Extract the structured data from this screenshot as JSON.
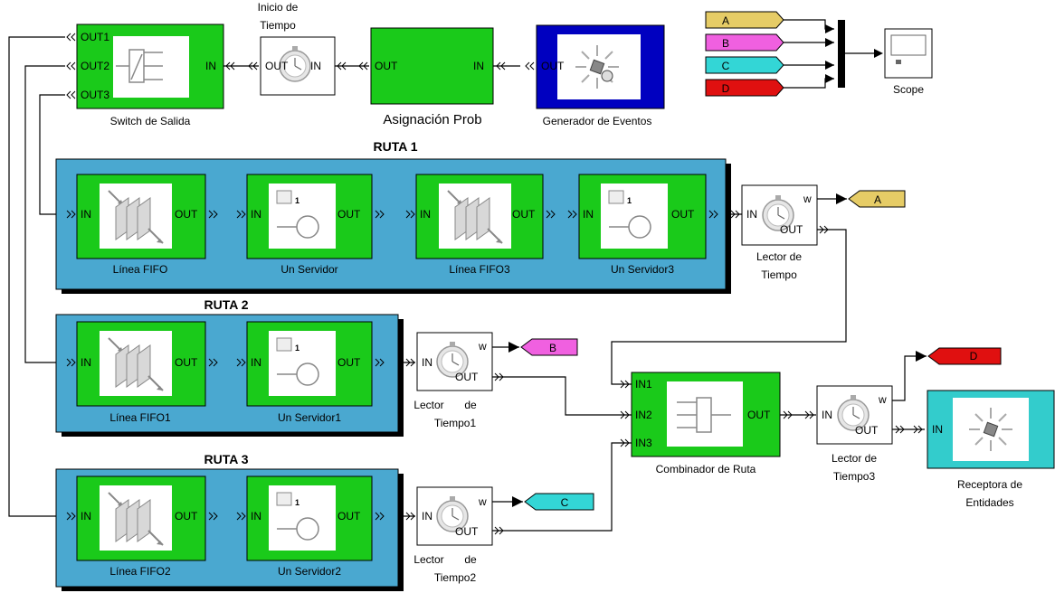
{
  "routes": {
    "r1": "RUTA 1",
    "r2": "RUTA 2",
    "r3": "RUTA 3"
  },
  "blocks": {
    "switch": {
      "label": "Switch de Salida",
      "out1": "OUT1",
      "out2": "OUT2",
      "out3": "OUT3",
      "in": "IN"
    },
    "inicio": {
      "label1": "Inicio de",
      "label2": "Tiempo",
      "out": "OUT",
      "in": "IN"
    },
    "asignacion": {
      "label": "Asignación Prob",
      "out": "OUT",
      "in": "IN"
    },
    "generador": {
      "label": "Generador de Eventos",
      "out": "OUT"
    },
    "scope": {
      "label": "Scope"
    },
    "fifo": {
      "label": "Línea FIFO",
      "in": "IN",
      "out": "OUT"
    },
    "servidor": {
      "label": "Un Servidor",
      "in": "IN",
      "out": "OUT",
      "badge": "1"
    },
    "fifo3": {
      "label": "Línea FIFO3",
      "in": "IN",
      "out": "OUT"
    },
    "servidor3": {
      "label": "Un Servidor3",
      "in": "IN",
      "out": "OUT",
      "badge": "1"
    },
    "fifo1": {
      "label": "Línea FIFO1",
      "in": "IN",
      "out": "OUT"
    },
    "servidor1": {
      "label": "Un Servidor1",
      "in": "IN",
      "out": "OUT",
      "badge": "1"
    },
    "fifo2": {
      "label": "Línea FIFO2",
      "in": "IN",
      "out": "OUT"
    },
    "servidor2": {
      "label": "Un Servidor2",
      "in": "IN",
      "out": "OUT",
      "badge": "1"
    },
    "lector": {
      "label1": "Lector de",
      "label2": "Tiempo",
      "in": "IN",
      "out": "OUT",
      "w": "w"
    },
    "lector1": {
      "label1": "Lector",
      "label2": "de",
      "label3": "Tiempo1",
      "in": "IN",
      "out": "OUT",
      "w": "w"
    },
    "lector2": {
      "label1": "Lector",
      "label2": "de",
      "label3": "Tiempo2",
      "in": "IN",
      "out": "OUT",
      "w": "w"
    },
    "lector3": {
      "label1": "Lector de",
      "label2": "Tiempo3",
      "in": "IN",
      "out": "OUT",
      "w": "w"
    },
    "combinador": {
      "label": "Combinador de Ruta",
      "in1": "IN1",
      "in2": "IN2",
      "in3": "IN3",
      "out": "OUT"
    },
    "receptora": {
      "label1": "Receptora de",
      "label2": "Entidades",
      "in": "IN"
    }
  },
  "tags": {
    "a": "A",
    "b": "B",
    "c": "C",
    "d": "D"
  },
  "colors": {
    "block_green": "#1aca1a",
    "route_panel": "#4aa8d0",
    "generator": "#0000c0",
    "receptor": "#33cccc",
    "tag_a": "#e6cc66",
    "tag_b": "#f060e0",
    "tag_c": "#33d6d6",
    "tag_d": "#e01010"
  }
}
